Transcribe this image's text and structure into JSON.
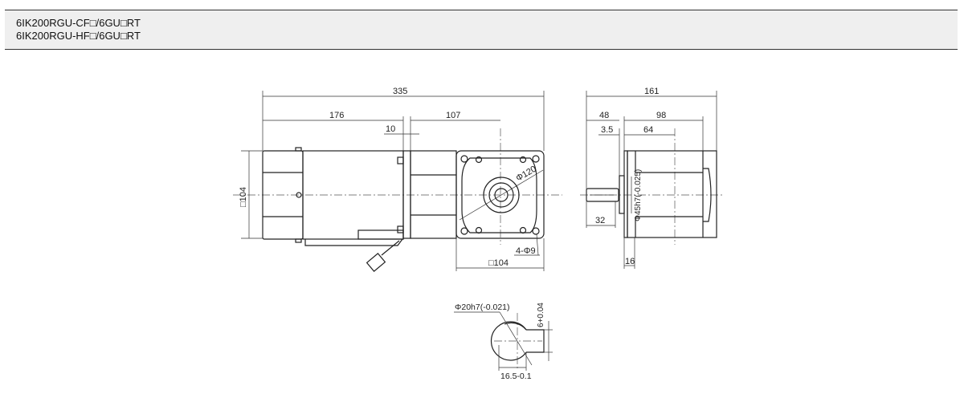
{
  "header": {
    "model_line_1": "6IK200RGU-CF□/6GU□RT",
    "model_line_2": "6IK200RGU-HF□/6GU□RT"
  },
  "front_view": {
    "overall_length": "335",
    "motor_length": "176",
    "flange_thickness": "10",
    "gear_to_shaft": "107",
    "motor_square": "□104",
    "gear_square": "□104",
    "bolt_circle": "Φ120",
    "mounting_holes": "4-Φ9"
  },
  "side_view": {
    "overall_length": "161",
    "shaft_to_face": "48",
    "body_depth": "98",
    "pilot_offset": "3.5",
    "shaft_center": "64",
    "shaft_length": "32",
    "pilot_depth": "16",
    "pilot_diameter": "Φ45h7(-0.025)"
  },
  "shaft_detail": {
    "shaft_diameter": "Φ20h7(-0.021)",
    "key_width": "6+0.04",
    "key_depth": "16.5-0.1"
  }
}
